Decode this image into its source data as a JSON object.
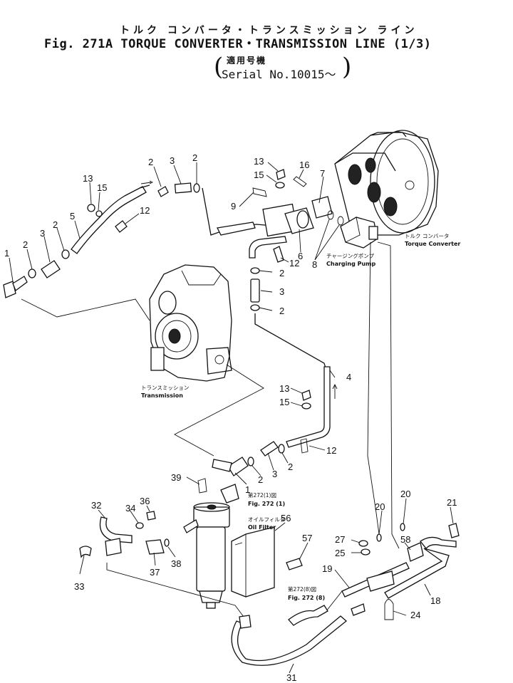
{
  "header": {
    "title_jp": "トルク コンバータ・トランスミッション ライン",
    "title_en": "Fig. 271A  TORQUE CONVERTER・TRANSMISSION LINE (1/3)",
    "serial_jp": "適用号機",
    "serial_en": "Serial No.10015～"
  },
  "components": {
    "torque_converter_jp": "トルク コンバータ",
    "torque_converter_en": "Torque Converter",
    "charging_pump_jp": "チャージングポンプ",
    "charging_pump_en": "Charging Pump",
    "transmission_jp": "トランスミッション",
    "transmission_en": "Transmission",
    "oil_filter_jp": "オイルフィルタ",
    "oil_filter_en": "Oil Filter",
    "ref_272_1_jp": "第272(1)図",
    "ref_272_1_en": "Fig. 272 (1)",
    "ref_272_8_jp": "第272(8)図",
    "ref_272_8_en": "Fig. 272 (8)"
  },
  "part_numbers": [
    {
      "id": "p1a",
      "text": "1"
    },
    {
      "id": "p2a",
      "text": "2"
    },
    {
      "id": "p3a",
      "text": "3"
    },
    {
      "id": "p2b",
      "text": "2"
    },
    {
      "id": "p5",
      "text": "5"
    },
    {
      "id": "p13a",
      "text": "13"
    },
    {
      "id": "p15a",
      "text": "15"
    },
    {
      "id": "p12a",
      "text": "12"
    },
    {
      "id": "p2c",
      "text": "2"
    },
    {
      "id": "p3b",
      "text": "3"
    },
    {
      "id": "p2d",
      "text": "2"
    },
    {
      "id": "p13b",
      "text": "13"
    },
    {
      "id": "p15b",
      "text": "15"
    },
    {
      "id": "p9",
      "text": "9"
    },
    {
      "id": "p16",
      "text": "16"
    },
    {
      "id": "p7",
      "text": "7"
    },
    {
      "id": "p6",
      "text": "6"
    },
    {
      "id": "p12b",
      "text": "12"
    },
    {
      "id": "p8",
      "text": "8"
    },
    {
      "id": "p2e",
      "text": "2"
    },
    {
      "id": "p3c",
      "text": "3"
    },
    {
      "id": "p2f",
      "text": "2"
    },
    {
      "id": "p4",
      "text": "4"
    },
    {
      "id": "p13c",
      "text": "13"
    },
    {
      "id": "p15c",
      "text": "15"
    },
    {
      "id": "p12c",
      "text": "12"
    },
    {
      "id": "p2g",
      "text": "2"
    },
    {
      "id": "p3d",
      "text": "3"
    },
    {
      "id": "p2h",
      "text": "2"
    },
    {
      "id": "p1b",
      "text": "1"
    },
    {
      "id": "p39",
      "text": "39"
    },
    {
      "id": "p32",
      "text": "32"
    },
    {
      "id": "p34",
      "text": "34"
    },
    {
      "id": "p36",
      "text": "36"
    },
    {
      "id": "p56",
      "text": "56"
    },
    {
      "id": "p57",
      "text": "57"
    },
    {
      "id": "p33",
      "text": "33"
    },
    {
      "id": "p37",
      "text": "37"
    },
    {
      "id": "p38",
      "text": "38"
    },
    {
      "id": "p20a",
      "text": "20"
    },
    {
      "id": "p20b",
      "text": "20"
    },
    {
      "id": "p21",
      "text": "21"
    },
    {
      "id": "p27",
      "text": "27"
    },
    {
      "id": "p25",
      "text": "25"
    },
    {
      "id": "p58",
      "text": "58"
    },
    {
      "id": "p19",
      "text": "19"
    },
    {
      "id": "p18",
      "text": "18"
    },
    {
      "id": "p24",
      "text": "24"
    },
    {
      "id": "p31",
      "text": "31"
    }
  ]
}
